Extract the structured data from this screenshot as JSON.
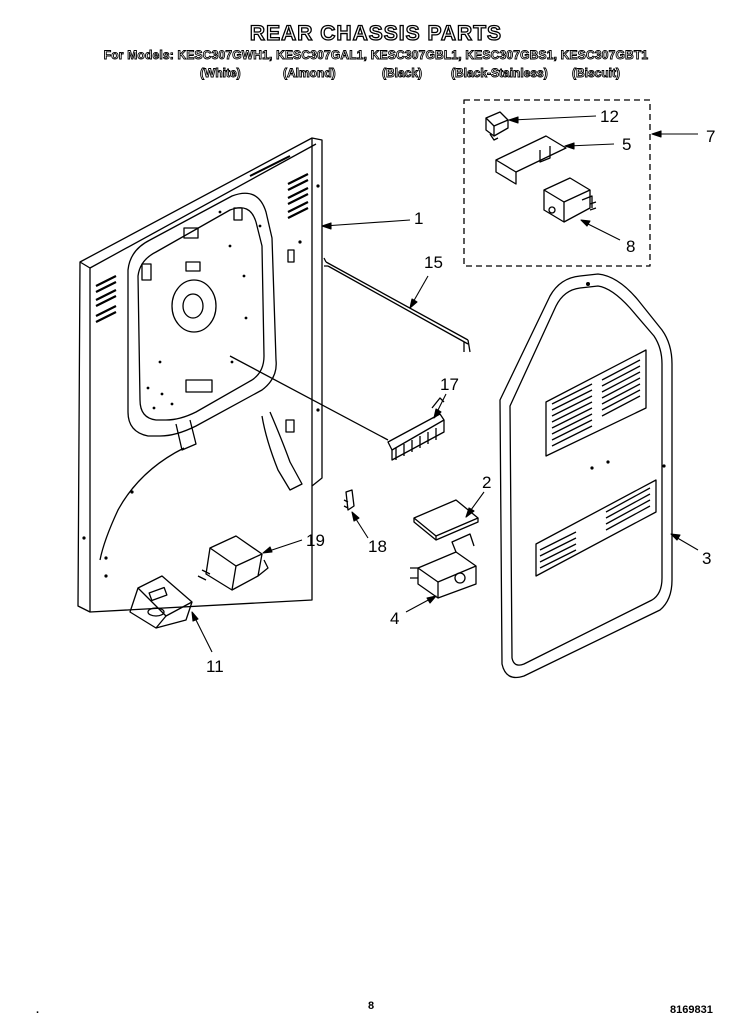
{
  "header": {
    "title": "REAR CHASSIS PARTS",
    "models_line": "For Models: KESC307GWH1, KESC307GAL1, KESC307GBL1, KESC307GBS1, KESC307GBT1",
    "colors": [
      "(White)",
      "(Almond)",
      "(Black)",
      "(Black-Stainless)",
      "(Biscuit)"
    ]
  },
  "callouts": {
    "c1": "1",
    "c2": "2",
    "c3": "3",
    "c4": "4",
    "c5": "5",
    "c7": "7",
    "c8": "8",
    "c11": "11",
    "c12": "12",
    "c15": "15",
    "c17": "17",
    "c18": "18",
    "c19": "19"
  },
  "footer": {
    "page_number": "8",
    "part_number": "8169831",
    "mark": "."
  }
}
